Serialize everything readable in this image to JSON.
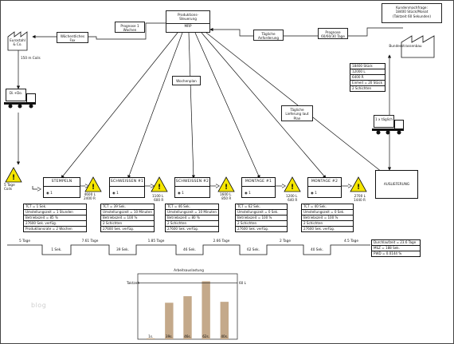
{
  "customer": {
    "title": "Kundenmachfrage:",
    "line1": "18400 Stück/Monat",
    "line2": "(Taktzeit 60 Sekunden)"
  },
  "production_control": {
    "title": "Produktions-\nSteuerung",
    "sub": "MRP"
  },
  "supplier": {
    "name": "Eurostahl\n& Co."
  },
  "customer_plant": {
    "name": "Bundesstrassenbau"
  },
  "info": {
    "forecast_left": "Prognose 1\nWochen",
    "weekly_fax": "Wöchentliches\nFax",
    "daily_orders": "Tägliche\nAnforderung",
    "forecast_right": "Prognose\n60/60/30 Tage",
    "weekplan": "Wochenplan",
    "daily_delivery": "Tägliche\nLieferung laut\nPlan"
  },
  "inbound": {
    "coils": "150 m Coils",
    "truck_label": "Di.+Do.",
    "days": "5 Tage\nCoils"
  },
  "outbound": {
    "label": "1 x täglich",
    "stock": [
      "18400 Stück",
      "12000 L",
      "6400 R",
      "Einheit = 20 Stück",
      "2 Schichten"
    ]
  },
  "processes": [
    {
      "name": "STEMPELN",
      "operator": "1",
      "data": [
        "TCT = 1 Sek.",
        "Umstellungszeit = 1 Stunden",
        "Betriebszeit = 85 %",
        "27600 Sek. verfüg.",
        "Produktionsrate = 2 Wochen"
      ]
    },
    {
      "name": "SCHWEISSEN #1",
      "operator": "1",
      "data": [
        "TCT = 39 Sek.",
        "Umstellungszeit = 10 Minuten",
        "Betriebszeit = 100 %",
        "2 Schichten",
        "27600 Sek. verfüg."
      ]
    },
    {
      "name": "SCHWEISSEN #2",
      "operator": "1",
      "data": [
        "TCT = 46 Sek.",
        "Umstellungszeit = 10 Minuten",
        "Betriebszeit = 80 %",
        "2 Schichten",
        "27600 Sek. verfüg."
      ]
    },
    {
      "name": "MONTAGE #1",
      "operator": "1",
      "data": [
        "TCT = 62 Sek.",
        "Umstellungszeit = 0 Sek.",
        "Betriebszeit = 100 %",
        "2 Schichten",
        "27600 Sek. verfüg."
      ]
    },
    {
      "name": "MONTAGE #2",
      "operator": "1",
      "data": [
        "TCT = 40 Sek.",
        "Umstellungszeit = 0 Sek.",
        "Betriebszeit = 100 %",
        "2 Schichten",
        "27600 Sek. verfüg."
      ]
    },
    {
      "name": "AUSLIEFERUNG",
      "operator": "",
      "data": []
    }
  ],
  "inventories": [
    {
      "text": "4600 L\n2400 R"
    },
    {
      "text": "1100 L\n600 R"
    },
    {
      "text": "1600 L\n850 R"
    },
    {
      "text": "1200 L\n640 R"
    },
    {
      "text": "2700 L\n1440 R"
    }
  ],
  "timeline": {
    "days": [
      "5 Tage",
      "7.61 Tage",
      "1.85 Tage",
      "2.66 Tage",
      "2 Tage",
      "4.5 Tage"
    ],
    "secs": [
      "1 Sek.",
      "39 Sek.",
      "46 Sek.",
      "62 Sek.",
      "40 Sek."
    ],
    "summary": [
      "Durchlaufzeit = 23.6 Tage",
      "MSZ = 188 Sek.",
      "PWD = 0.0144 %"
    ]
  },
  "chart_data": {
    "type": "bar",
    "title": "Arbeitsauslastung",
    "categories": [
      "1s.",
      "39s.",
      "46s.",
      "62s.",
      "40s."
    ],
    "values": [
      1,
      39,
      46,
      62,
      40
    ],
    "reference_line": {
      "label": "Taktzeit",
      "value": 60,
      "right_label": "60 L"
    },
    "ylim": [
      0,
      70
    ],
    "bar_color": "#c4a98a",
    "grid": false
  },
  "watermark": "blog"
}
